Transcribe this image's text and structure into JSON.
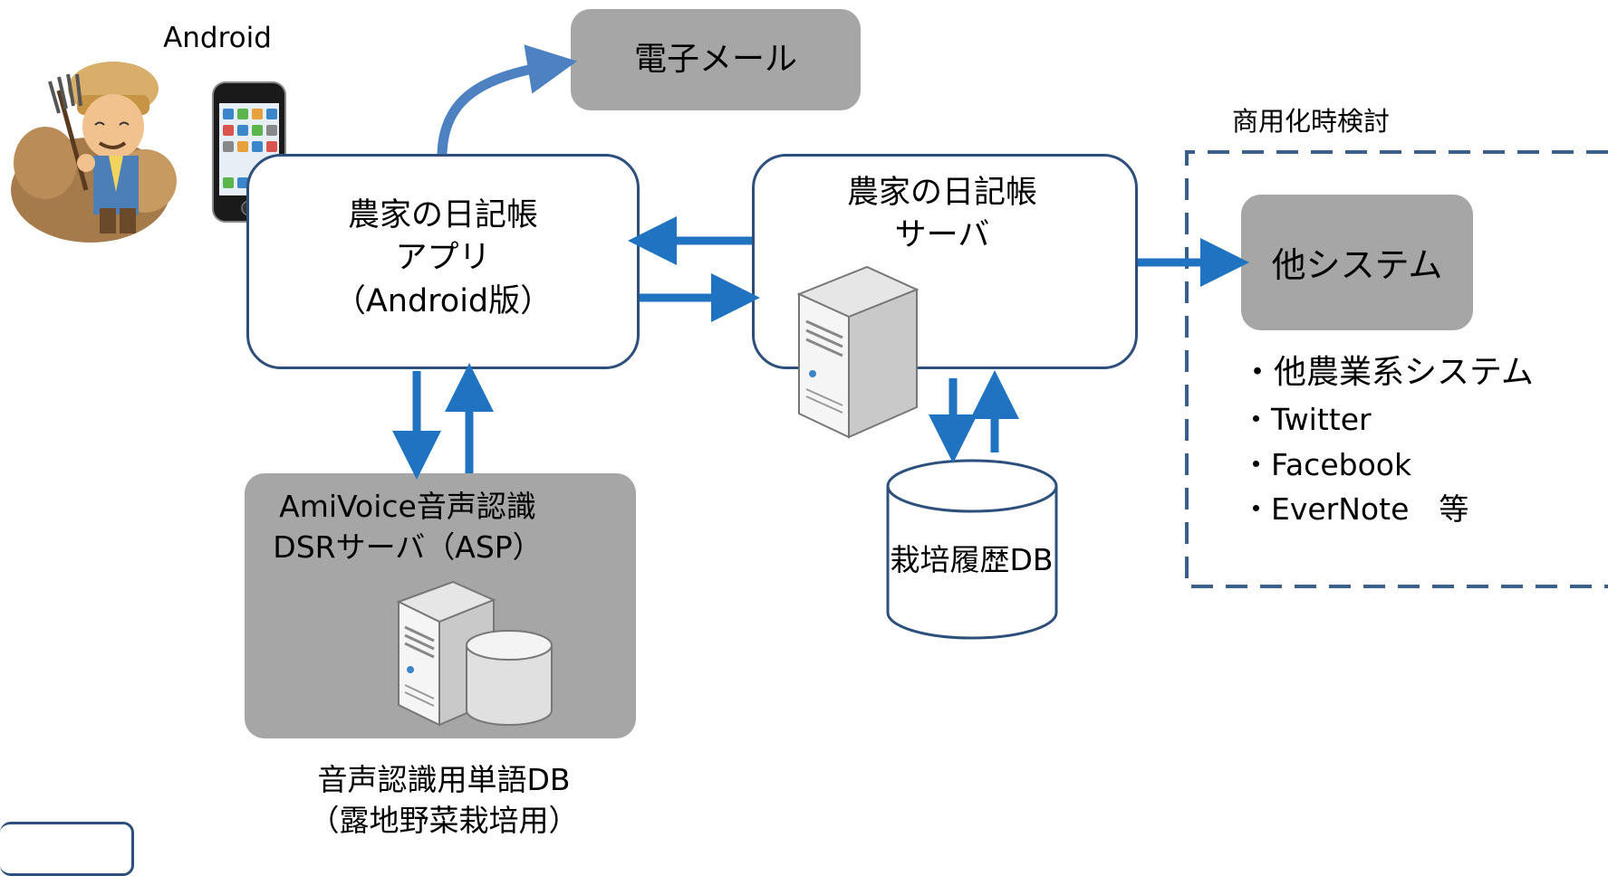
{
  "device_label": "Android",
  "email_box": "電子メール",
  "app_box": "農家の日記帳\nアプリ\n（Android版）",
  "server_box": "農家の日記帳\nサーバ",
  "future_label": "商用化時検討",
  "other_system_box": "他システム",
  "other_systems_list": [
    "・他農業系システム",
    "・Twitter",
    "・Facebook",
    "・EverNote　等"
  ],
  "voice_box": "AmiVoice音声認識\nDSRサーバ（ASP）",
  "voice_db_caption": "音声認識用単語DB\n（露地野菜栽培用）",
  "history_db": "栽培履歴DB",
  "colors": {
    "arrow": "#1f73c0",
    "email_arrow": "#4e81c2",
    "box_border": "#2d4f7c",
    "gray_box": "#a6a6a6",
    "dashed_border": "#3a5f8a"
  },
  "icons": [
    "farmer-illustration",
    "smartphone-icon",
    "server-tower-icon",
    "database-cylinder-icon"
  ]
}
